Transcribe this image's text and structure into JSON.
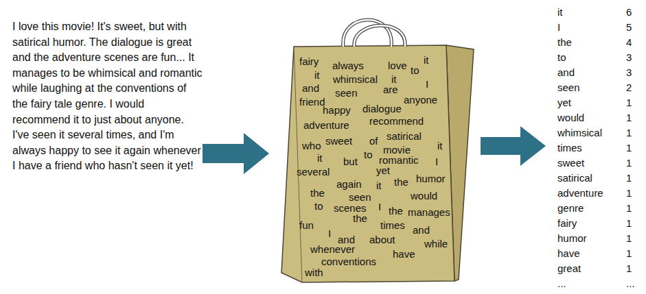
{
  "diagram": {
    "nodes": [
      {
        "text": [
          "fairy",
          "always",
          "love",
          "to",
          "it",
          "it",
          "whimsical",
          "it",
          "I",
          "and",
          "seen",
          "are",
          "anyone",
          "friend",
          "happy",
          "dialogue",
          "adventure",
          "recommend",
          "who",
          "sweet",
          "of",
          "satirical",
          "movie",
          "it",
          "it",
          "but",
          "to",
          "romantic",
          "I",
          "several",
          "yet",
          "again",
          "it",
          "the",
          "humor",
          "the",
          "seen",
          "would",
          "to",
          "scenes",
          "I",
          "the",
          "manages",
          "fun",
          "I",
          "the",
          "times",
          "and",
          "and",
          "about",
          "whenever",
          "have",
          "while",
          "conventions",
          "with"
        ]
      }
    ],
    "labels": [
      "I love this movie! It's sweet, but with satirical humor. The dialogue is great and the adventure scenes are fun... It manages to be whimsical and romantic while laughing at the conventions of the fairy tale genre. I would recommend it to just about anyone. I've seen it several times, and I'm always happy to see it again whenever I have a friend who hasn't seen it yet!",
      "it",
      "6",
      "I",
      "5",
      "the",
      "4",
      "to",
      "3",
      "and",
      "3",
      "seen",
      "2",
      "yet",
      "1",
      "would",
      "1",
      "whimsical",
      "1",
      "times",
      "1",
      "sweet",
      "1",
      "satirical",
      "1",
      "adventure",
      "1",
      "genre",
      "1",
      "fairy",
      "1",
      "humor",
      "1",
      "have",
      "1",
      "great",
      "1",
      "...",
      "..."
    ]
  }
}
